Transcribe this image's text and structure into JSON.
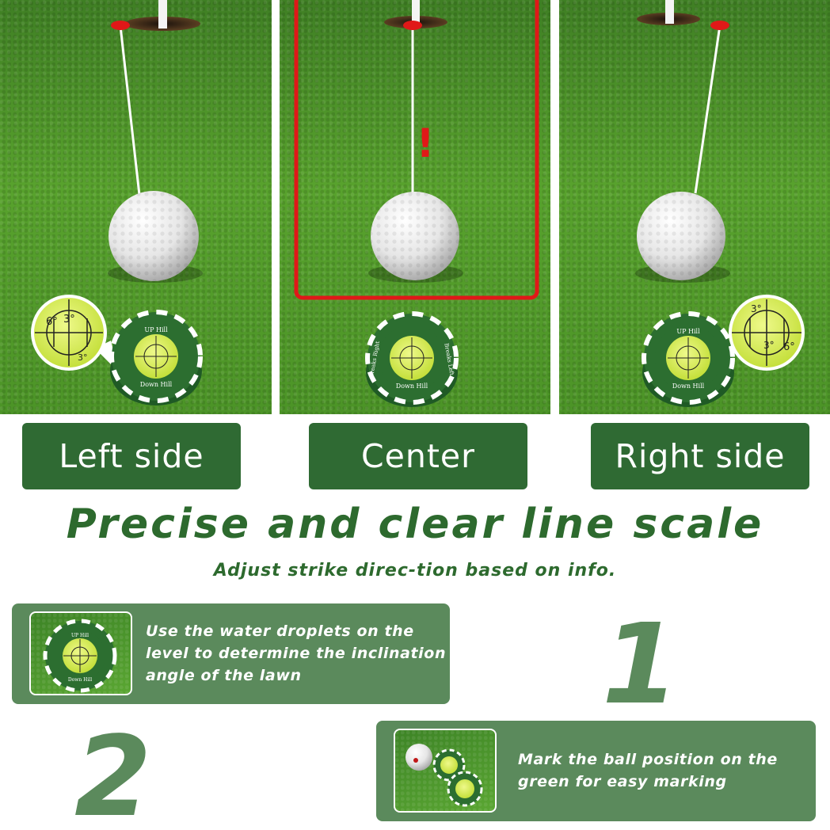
{
  "panels": {
    "left": {
      "label": "Left side",
      "scale_marks": [
        "6°",
        "3°",
        "3°"
      ]
    },
    "center": {
      "label": "Center",
      "warning": "!"
    },
    "right": {
      "label": "Right side",
      "scale_marks": [
        "3°",
        "3°",
        "6°"
      ]
    }
  },
  "marker_text": {
    "top": "UP Hill",
    "bottom": "Down Hill",
    "left": "Breaks Right",
    "right": "Breaks Left"
  },
  "headline": "Precise and clear line scale",
  "subheadline": "Adjust strike direc-tion based on info.",
  "steps": [
    {
      "number": "1",
      "text": "Use the water droplets on the level to determine the inclination angle of the lawn"
    },
    {
      "number": "2",
      "text": "Mark the ball position on the green for easy marking"
    }
  ],
  "colors": {
    "label_bg": "#2f6a33",
    "headline": "#2d6a2e",
    "card_bg": "#5b8a5c",
    "highlight_frame": "#e01818",
    "hole_marker": "#e01818",
    "level_yellow": "#d9ef5a"
  }
}
